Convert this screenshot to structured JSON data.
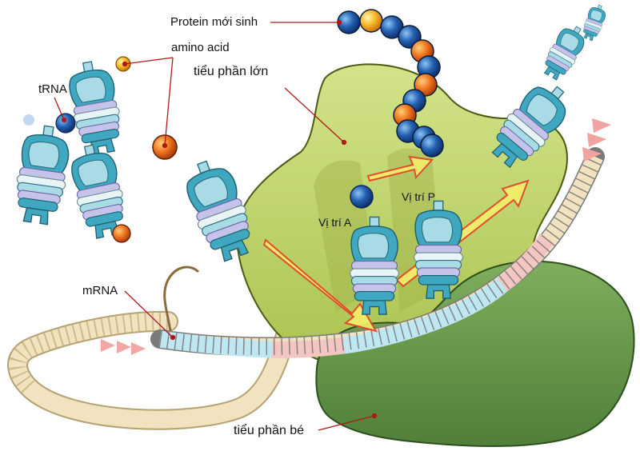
{
  "labels": {
    "nascent_protein": "Protein mới sinh",
    "amino_acid": "amino acid",
    "trna": "tRNA",
    "large_subunit": "tiểu phần lớn",
    "site_a": "Vị trí A",
    "site_p": "Vị trí P",
    "mrna": "mRNA",
    "small_subunit": "tiểu phần bé"
  },
  "colors": {
    "large_subunit": "#bfd46a",
    "small_subunit": "#6b9a50",
    "trna_blue": "#3fa8c0",
    "trna_light": "#a9dbe6",
    "trna_lilac": "#c5c3ea",
    "amino_orange": "#e4571a",
    "amino_blue": "#1e4f9b",
    "mrna_strand": "#f1e3bf",
    "mrna_pink": "#f4c6c2",
    "mrna_cyan": "#bfe7f1",
    "arrow_yellow": "#f4ef6a",
    "arrow_red": "#e5402a",
    "leader_line": "#b01818"
  },
  "icons": [
    "trna-icon",
    "amino-acid-icon",
    "protein-chain-icon",
    "ribosome-icon",
    "mrna-strand-icon",
    "direction-arrow-icon"
  ]
}
